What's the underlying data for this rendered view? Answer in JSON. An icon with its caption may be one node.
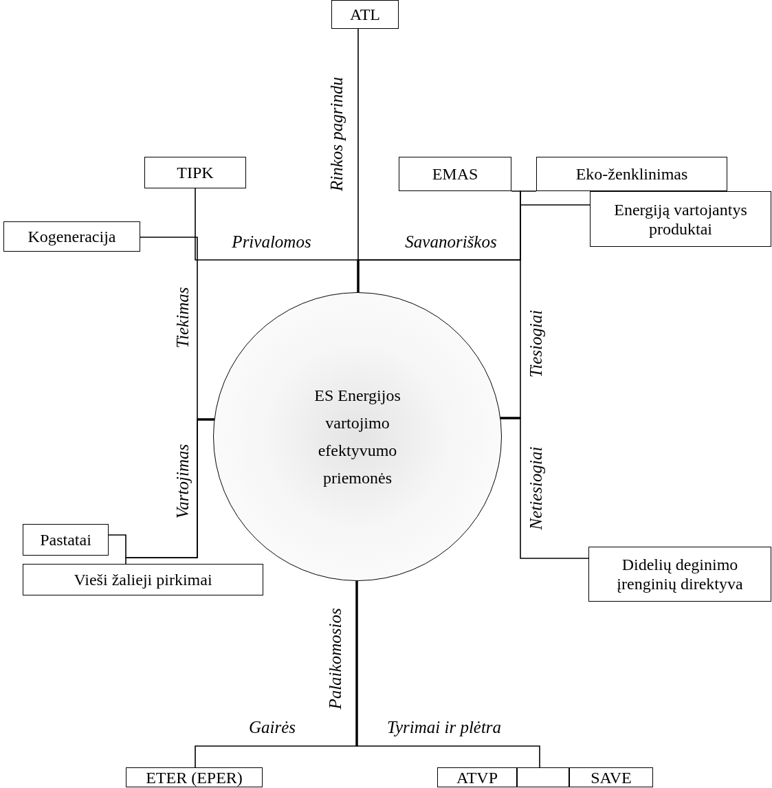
{
  "diagram": {
    "nodes": [
      {
        "text": [
          "ES Energijos vartojimo efektyvumo priemonės"
        ]
      },
      {
        "text": [
          "ATL"
        ]
      },
      {
        "text": [
          "TIPK"
        ]
      },
      {
        "text": [
          "EMAS"
        ]
      },
      {
        "text": [
          "Eko-ženklinimas"
        ]
      },
      {
        "text": [
          "Kogeneracija"
        ]
      },
      {
        "text": [
          "Energiją vartojantys produktai"
        ]
      },
      {
        "text": [
          "Pastatai"
        ]
      },
      {
        "text": [
          "Vieši žalieji pirkimai"
        ]
      },
      {
        "text": [
          "Didelių deginimo įrenginių direktyva"
        ]
      },
      {
        "text": [
          "ETER (EPER)"
        ]
      },
      {
        "text": [
          "ATVP"
        ]
      },
      {
        "text": [],
        "shape": "box"
      },
      {
        "text": [
          "SAVE"
        ]
      }
    ],
    "edges": [
      {
        "from": 0,
        "to": 1,
        "arrow": "none"
      },
      {
        "from": 0,
        "to": 2,
        "arrow": "none"
      },
      {
        "from": 0,
        "to": 3,
        "arrow": "none"
      },
      {
        "from": 0,
        "to": 4,
        "arrow": "none"
      },
      {
        "from": 0,
        "to": 5,
        "arrow": "none"
      },
      {
        "from": 0,
        "to": 7,
        "arrow": "none"
      },
      {
        "from": 0,
        "to": 8,
        "arrow": "none"
      },
      {
        "from": 0,
        "to": 6,
        "arrow": "none"
      },
      {
        "from": 0,
        "to": 9,
        "arrow": "none"
      },
      {
        "from": 0,
        "to": 10,
        "arrow": "none"
      },
      {
        "from": 0,
        "to": 12,
        "arrow": "none"
      }
    ],
    "labels": [
      "Rinkos pagrindu",
      "Privalomos",
      "Savanoriškos",
      "Tiekimas",
      "Vartojimas",
      "Tiesiogiai",
      "Netiesiogiai",
      "Palaikomosios",
      "Gairės",
      "Tyrimai ir plėtra"
    ]
  }
}
